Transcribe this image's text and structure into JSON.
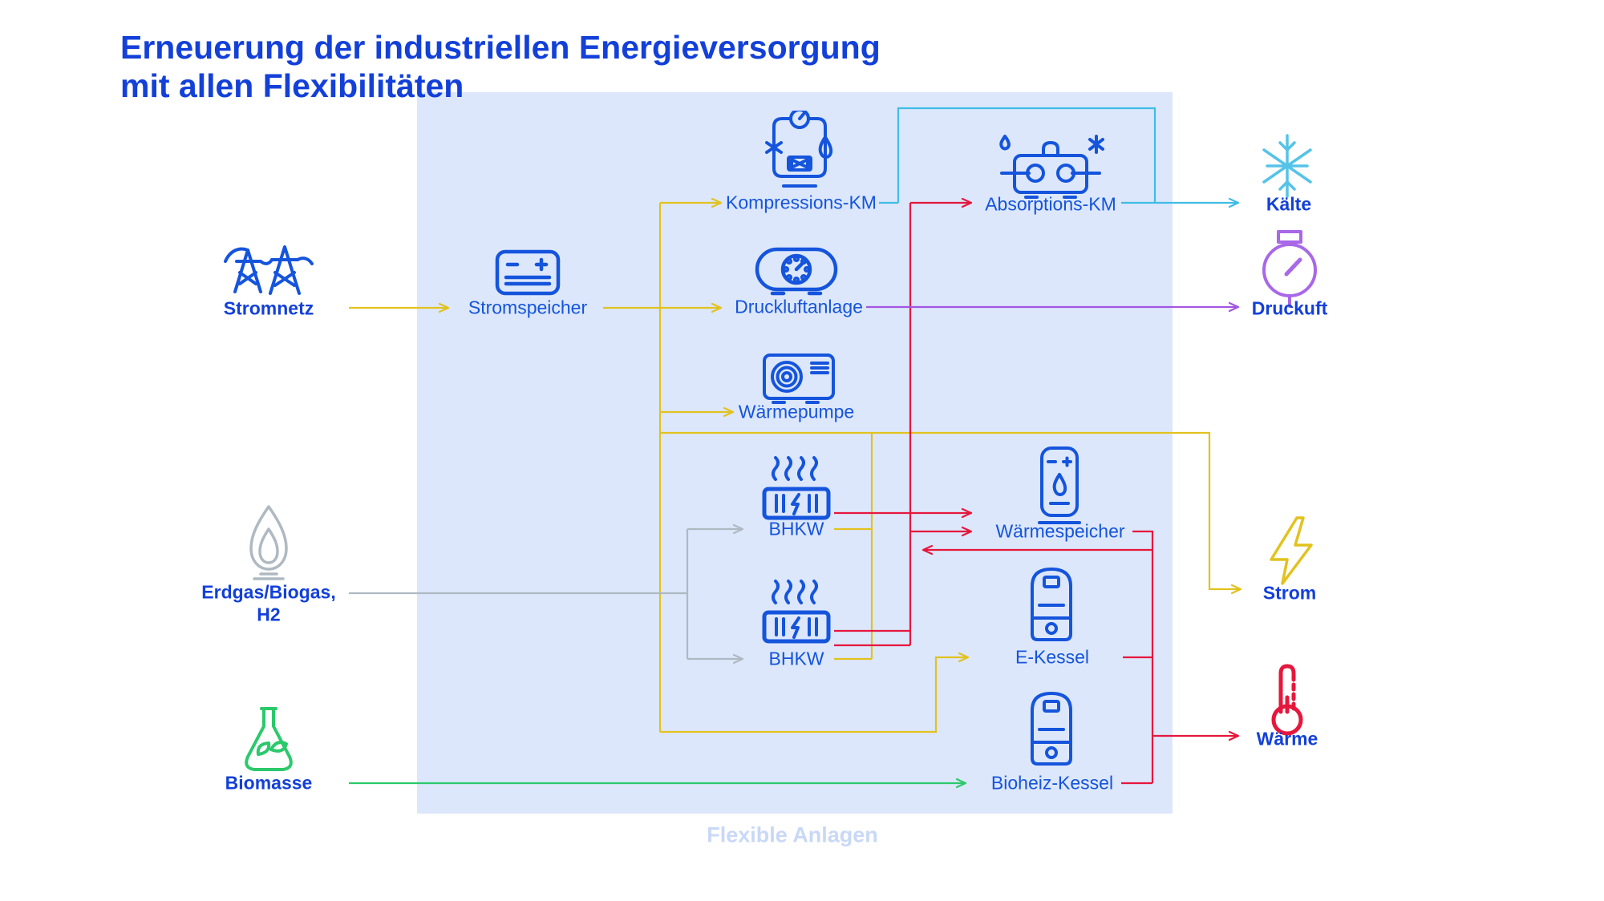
{
  "title": {
    "line1": "Erneuerung der industriellen Energieversorgung",
    "line2": "mit allen Flexibilitäten"
  },
  "panel": {
    "label": "Flexible Anlagen"
  },
  "nodes": {
    "stromnetz": {
      "label": "Stromnetz"
    },
    "erdgas": {
      "label_line1": "Erdgas/Biogas,",
      "label_line2": "H2"
    },
    "biomasse": {
      "label": "Biomasse"
    },
    "stromspeicher": {
      "label": "Stromspeicher"
    },
    "kompressions_km": {
      "label": "Kompressions-KM"
    },
    "druckluftanlage": {
      "label": "Druckluftanlage"
    },
    "waermepumpe": {
      "label": "Wärmepumpe"
    },
    "bhkw_1": {
      "label": "BHKW"
    },
    "bhkw_2": {
      "label": "BHKW"
    },
    "absorptions_km": {
      "label": "Absorptions-KM"
    },
    "waermespeicher": {
      "label": "Wärmespeicher"
    },
    "e_kessel": {
      "label": "E-Kessel"
    },
    "bioheiz_kessel": {
      "label": "Bioheiz-Kessel"
    },
    "kaelte": {
      "label": "Kälte"
    },
    "druckuft": {
      "label": "Druckuft"
    },
    "strom": {
      "label": "Strom"
    },
    "waerme": {
      "label": "Wärme"
    }
  },
  "colors": {
    "title_blue": "#1340D9",
    "node_blue": "#1554DC",
    "electricity_yellow": "#E2C21D",
    "heat_red": "#E6173C",
    "cold_cyan": "#3FBCE6",
    "compressed_air_purple": "#A356E0",
    "gas_gray": "#AFB9C2",
    "biomass_green": "#2BC96B",
    "panel_background": "#DCE7FB",
    "panel_label_blue": "#C9D8F6"
  }
}
